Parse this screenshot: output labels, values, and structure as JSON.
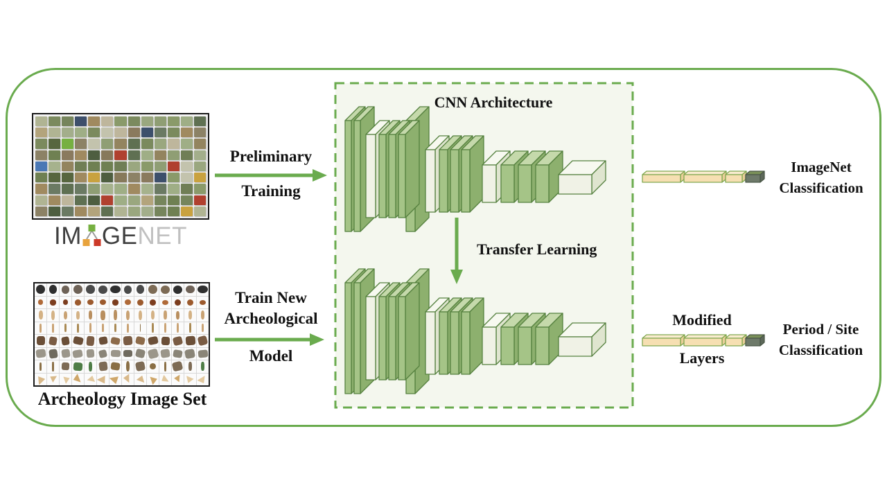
{
  "colors": {
    "accent_green": "#6aab4e",
    "cnn_box_fill": "#f4f7ee",
    "cnn_green_front": "#a5c487",
    "cnn_green_side": "#8db06e",
    "cnn_green_top": "#c5d9ab",
    "cnn_cream_front": "#f0f2e6",
    "cnn_cream_side": "#dfe5cf",
    "cnn_cream_top": "#f7f9f0",
    "cnn_stroke": "#55813f",
    "bar_front": "#f6dfb2",
    "bar_side": "#e9cf99",
    "bar_top": "#faecd0",
    "bar_stroke": "#7fa74f",
    "dark_front": "#6e7a6a",
    "dark_side": "#5d685a",
    "dark_top": "#7b9159",
    "dark_stroke": "#4a5747"
  },
  "imagenet": {
    "logo_im": "IM",
    "logo_ge": "GE",
    "logo_net": "NET",
    "logo_dark": "#3f3f3f",
    "logo_light": "#c0c0c0",
    "glyph_green": "#76b041",
    "glyph_orange": "#e8a33d",
    "glyph_red": "#cc3928",
    "grid_rows": 9,
    "grid_cols": 13,
    "palette": [
      "#6f8052",
      "#8a9a6a",
      "#57663f",
      "#9aa77f",
      "#b3a47c",
      "#7b8a5e",
      "#a3ae8b",
      "#c3c3ad",
      "#8a7a5e",
      "#a08a60",
      "#5f7052",
      "#8f9e74",
      "#76855c",
      "#b0b493",
      "#647a4b",
      "#8c8266",
      "#a6b28d",
      "#4e5e40",
      "#beb69c",
      "#707e56",
      "#93845f",
      "#6b7a63",
      "#87795b",
      "#9fae86"
    ],
    "accent_palette": [
      "#4a78b5",
      "#b0402f",
      "#76b041",
      "#c9a23f",
      "#3d4f6b"
    ]
  },
  "archeology": {
    "caption": "Archeology Image Set",
    "grid_rows": 8,
    "grid_cols": 14,
    "row_styles": [
      {
        "shape": "circle",
        "colors": [
          "#4a4a4a",
          "#6e6257",
          "#2f2f2f",
          "#7d6b55"
        ]
      },
      {
        "shape": "round",
        "colors": [
          "#9c5a2d",
          "#7c3d1e",
          "#b06a38"
        ]
      },
      {
        "shape": "figurine",
        "colors": [
          "#c9a273",
          "#b98f5f",
          "#d4b285"
        ]
      },
      {
        "shape": "stick",
        "colors": [
          "#c9a273",
          "#a98953",
          "#8a6f45"
        ]
      },
      {
        "shape": "fragment",
        "colors": [
          "#7a5c44",
          "#8d6b4a",
          "#6b4f38"
        ]
      },
      {
        "shape": "fragment",
        "colors": [
          "#8a8578",
          "#6f6a5e",
          "#9b968a"
        ]
      },
      {
        "shape": "mixed",
        "colors": [
          "#8a6f45",
          "#4e7d46",
          "#7d6b55"
        ]
      },
      {
        "shape": "shard",
        "colors": [
          "#d9b98a",
          "#cfa76a",
          "#e3c99f"
        ]
      }
    ]
  },
  "labels": {
    "preliminary_top": "Preliminary",
    "preliminary_bottom": "Training",
    "train_line1": "Train New",
    "train_line2": "Archeological",
    "train_line3": "Model",
    "cnn_title": "CNN Architecture",
    "transfer": "Transfer Learning",
    "out_top_line1": "ImageNet",
    "out_top_line2": "Classification",
    "modified_line1": "Modified",
    "modified_line2": "Layers",
    "out_bottom_line1": "Period / Site",
    "out_bottom_line2": "Classification"
  }
}
